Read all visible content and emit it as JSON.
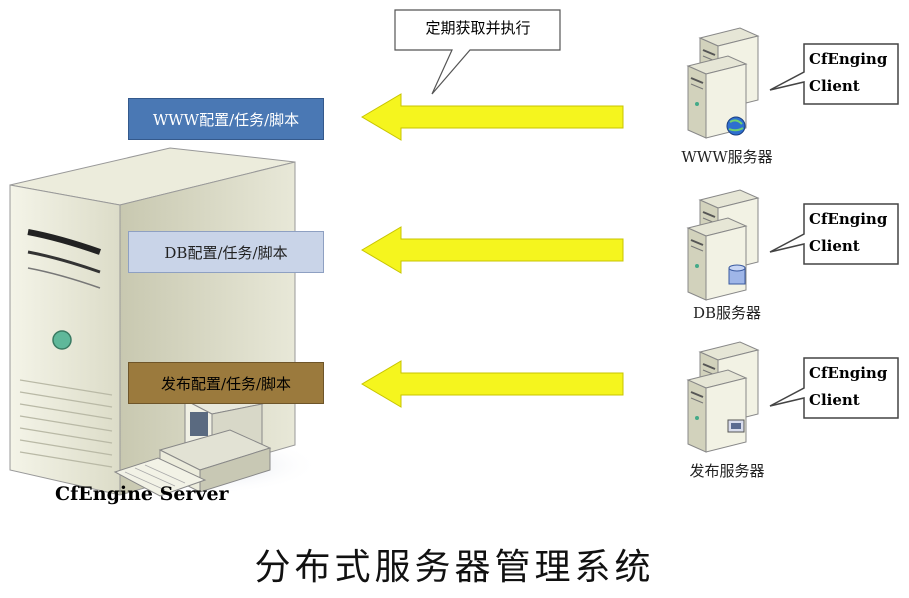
{
  "callout": {
    "text": "定期获取并执行"
  },
  "server": {
    "label": "CfEngine Server"
  },
  "configs": [
    {
      "label": "WWW配置/任务/脚本",
      "color": "#4a78b4"
    },
    {
      "label": "DB配置/任务/脚本",
      "color": "#c9d4e8"
    },
    {
      "label": "发布配置/任务/脚本",
      "color": "#9b7a3d"
    }
  ],
  "clients": [
    {
      "line1": "CfEnging",
      "line2": "Client",
      "server_name": "WWW服务器",
      "badge_icon": "globe-icon"
    },
    {
      "line1": "CfEnging",
      "line2": "Client",
      "server_name": "DB服务器",
      "badge_icon": "database-icon"
    },
    {
      "line1": "CfEnging",
      "line2": "Client",
      "server_name": "发布服务器",
      "badge_icon": "monitor-icon"
    }
  ],
  "arrow_color": "#f5f51e",
  "title": "分布式服务器管理系统"
}
